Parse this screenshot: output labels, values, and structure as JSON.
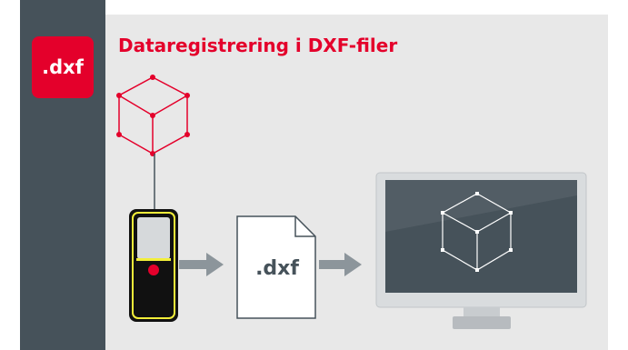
{
  "badge": {
    "label": ".dxf"
  },
  "title": "Dataregistrering i DXF-filer",
  "file": {
    "label": ".dxf"
  },
  "icons": [
    "wireframe-cube-icon",
    "laser-distance-meter-icon",
    "arrow-right-icon",
    "dxf-file-icon",
    "monitor-icon"
  ],
  "colors": {
    "accent": "#e4002b",
    "sidebar": "#46525a",
    "panel": "#e8e8e8",
    "arrow": "#8c959b",
    "device_highlight": "#f2ee3a",
    "screen": "#46525a"
  }
}
